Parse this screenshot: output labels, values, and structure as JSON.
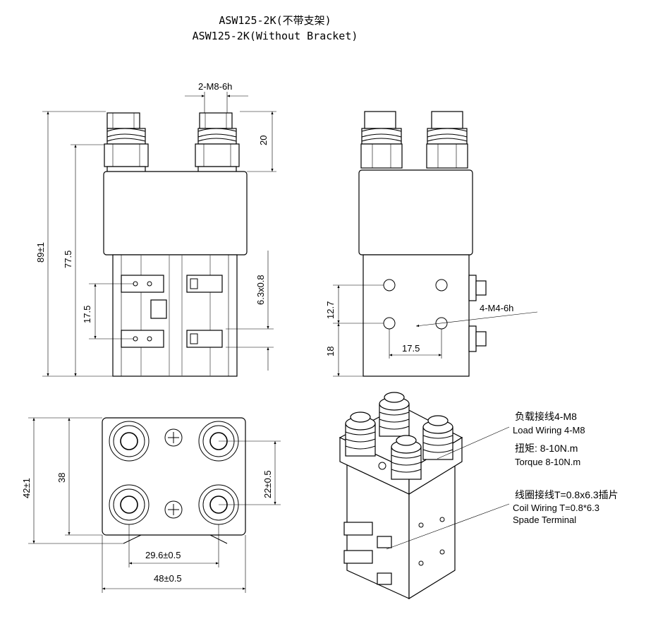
{
  "title": {
    "line1": "ASW125-2K(不带支架)",
    "line2": "ASW125-2K(Without Bracket)"
  },
  "front_view": {
    "thread": "2-M8-6h",
    "dim_20": "20",
    "dim_89": "89±1",
    "dim_77_5": "77.5",
    "dim_17_5": "17.5",
    "dim_6_3x0_8": "6.3x0.8"
  },
  "side_view": {
    "dim_12_7": "12.7",
    "dim_18": "18",
    "dim_17_5": "17.5",
    "thread_m4": "4-M4-6h"
  },
  "top_view": {
    "dim_42": "42±1",
    "dim_38": "38",
    "dim_22": "22±0.5",
    "dim_29_6": "29.6±0.5",
    "dim_48": "48±0.5"
  },
  "iso_notes": {
    "load_cn": "负载接线4-M8",
    "load_en": "Load Wiring 4-M8",
    "torque_cn": "扭矩: 8-10N.m",
    "torque_en": "Torque 8-10N.m",
    "coil_cn": "线圈接线T=0.8x6.3插片",
    "coil_en1": "Coil Wiring T=0.8*6.3",
    "coil_en2": "Spade Terminal"
  }
}
